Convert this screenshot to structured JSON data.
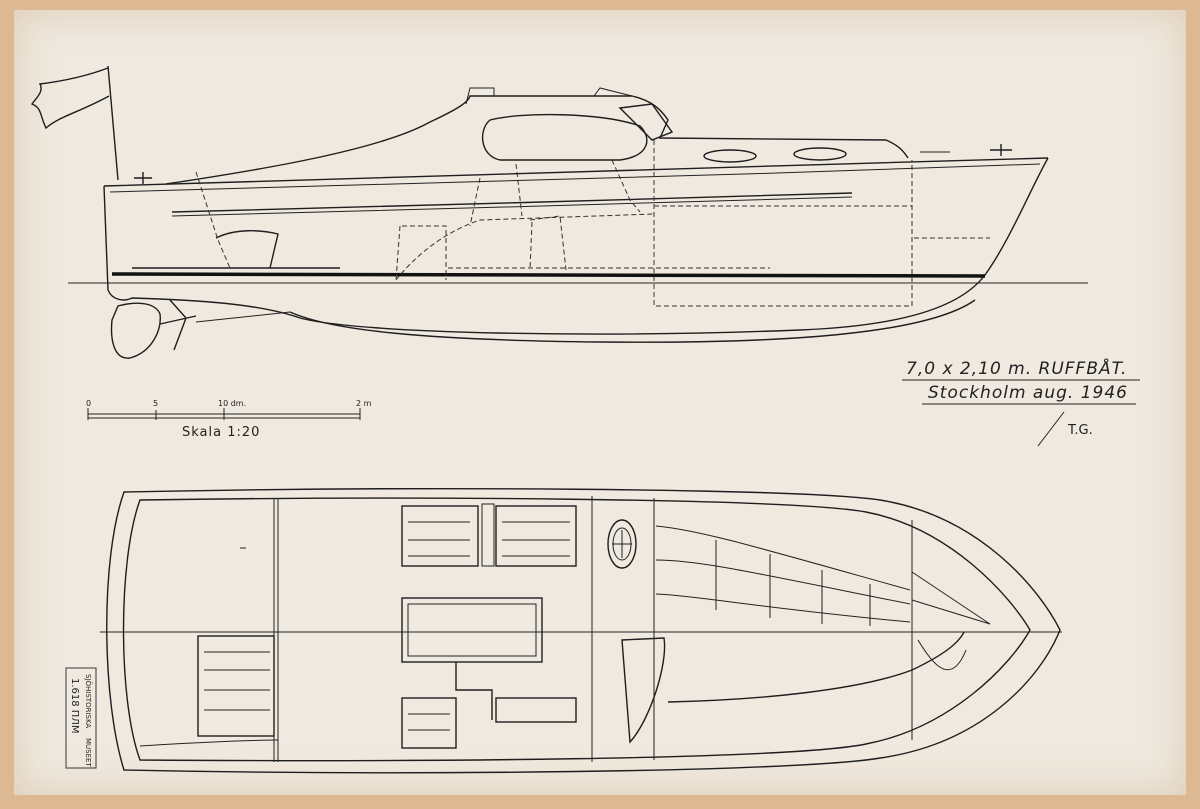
{
  "title_block": {
    "line1": "7,0 x 2,10 m. RUFFBÅT.",
    "line2": "Stockholm aug. 1946",
    "initials": "T.G."
  },
  "scale_bar": {
    "caption": "Skala 1:20",
    "ticks": [
      "0",
      "5",
      "10 dm.",
      "2 m"
    ]
  },
  "stamp": {
    "line1": "SJÖHISTORISKA",
    "line2": "MUSEET",
    "code": "1.618 ПЛМ"
  },
  "colors": {
    "ink": "#1e1e1e",
    "paper": "#efe9df",
    "edge": "#dcb993"
  }
}
